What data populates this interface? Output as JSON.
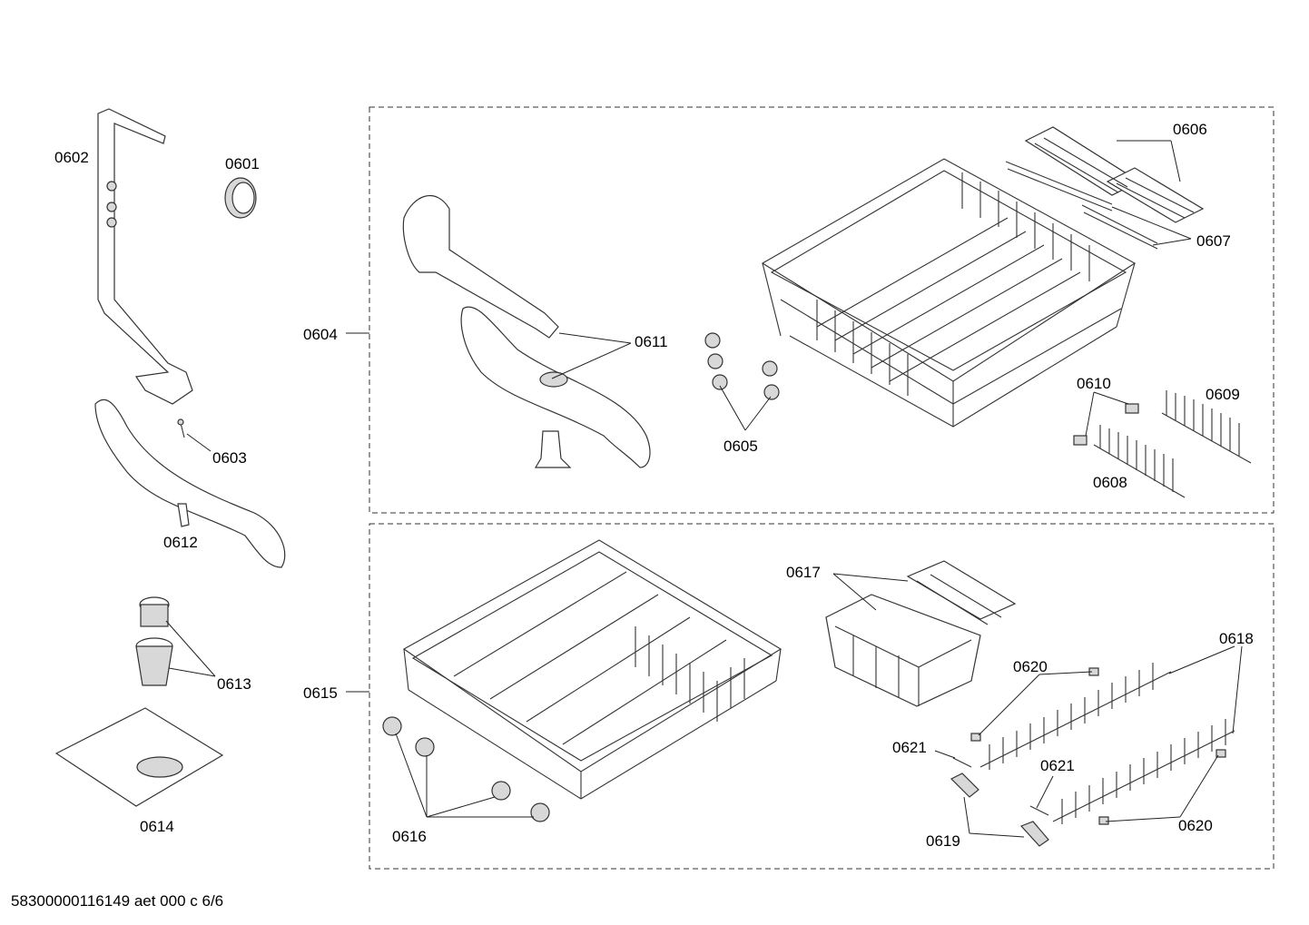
{
  "labels": {
    "p0601": "0601",
    "p0602": "0602",
    "p0603": "0603",
    "p0604": "0604",
    "p0605": "0605",
    "p0606": "0606",
    "p0607": "0607",
    "p0608": "0608",
    "p0609": "0609",
    "p0610": "0610",
    "p0611": "0611",
    "p0612": "0612",
    "p0613": "0613",
    "p0614": "0614",
    "p0615": "0615",
    "p0616": "0616",
    "p0617": "0617",
    "p0618": "0618",
    "p0619": "0619",
    "p0620a": "0620",
    "p0620b": "0620",
    "p0621a": "0621",
    "p0621b": "0621"
  },
  "footer": "58300000116149 aet 000 c 6/6"
}
